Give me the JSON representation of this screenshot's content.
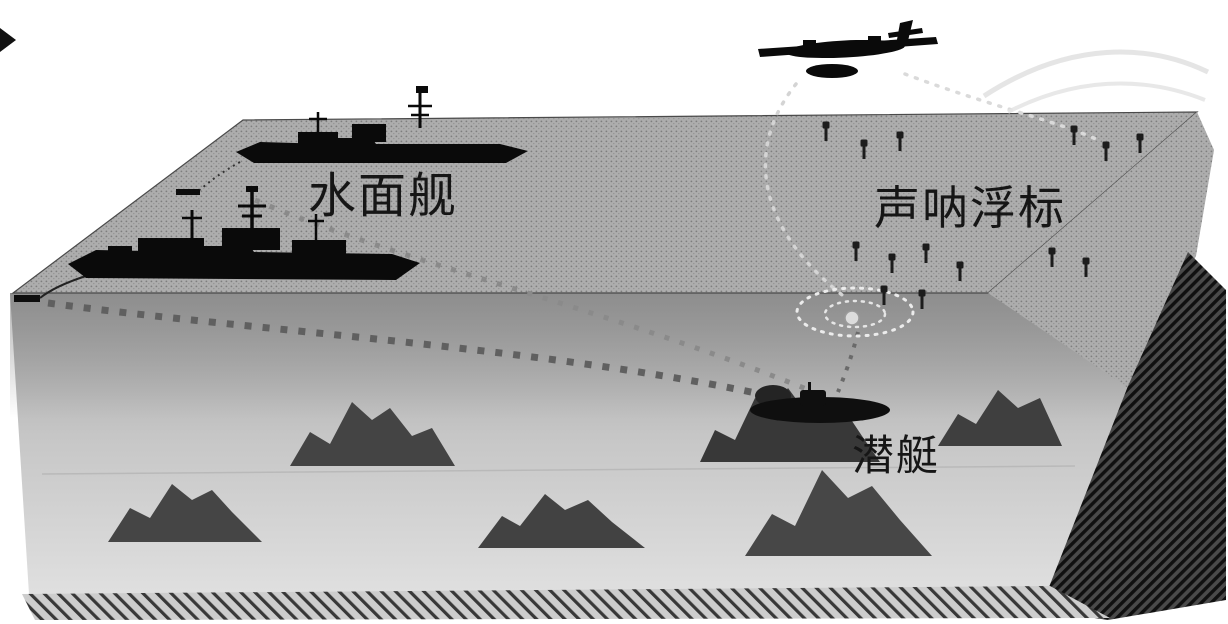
{
  "diagram": {
    "type": "anti-submarine-warfare-scene",
    "labels": {
      "surface_ship": "水面舰",
      "sonobuoy": "声呐浮标",
      "submarine": "潜艇"
    },
    "icons": [
      "maritime-patrol-aircraft-icon",
      "surface-ship-icon",
      "sonobuoy-icon",
      "submarine-icon",
      "seamount-shape",
      "sea-surface-plane",
      "seafloor-hatch",
      "right-cutface-hatch"
    ],
    "sonobuoy_count": 14,
    "colors": {
      "background": "#ffffff",
      "sea_surface": "#adadad",
      "underwater_top": "#9f9f9f",
      "underwater_bottom": "#e2e2e2",
      "silhouette": "#0a0a0a",
      "seamount": "#3d3d3d",
      "label_text": "#161616"
    }
  }
}
